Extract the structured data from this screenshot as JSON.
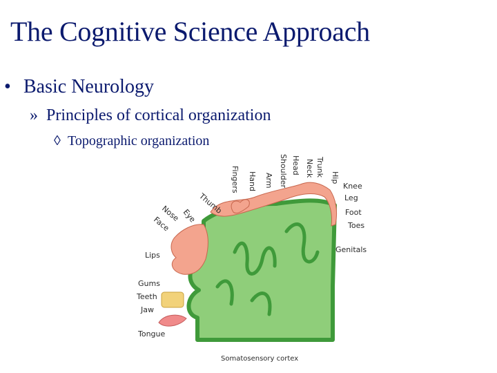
{
  "slide": {
    "title": "The Cognitive Science Approach",
    "bullet_marker": "•",
    "sub_marker": "»",
    "subsub_marker": "◊",
    "bullet": "Basic Neurology",
    "sub_bullet": "Principles of cortical organization",
    "subsub_bullet": "Topographic organization"
  },
  "diagram": {
    "caption": "Somatosensory cortex",
    "body_parts": {
      "hip": "Hip",
      "trunk": "Trunk",
      "neck": "Neck",
      "head": "Head",
      "shoulder": "Shoulder",
      "arm": "Arm",
      "hand": "Hand",
      "fingers": "Fingers",
      "thumb": "Thumb",
      "eye": "Eye",
      "nose": "Nose",
      "face": "Face",
      "lips": "Lips",
      "gums": "Gums",
      "teeth": "Teeth",
      "jaw": "Jaw",
      "tongue": "Tongue",
      "knee": "Knee",
      "leg": "Leg",
      "foot": "Foot",
      "toes": "Toes",
      "genitals": "Genitals"
    },
    "colors": {
      "cortex_fill": "#8fce7a",
      "cortex_outline": "#3f9a3a",
      "skin": "#f3a48e",
      "text": "#0b1a6e"
    }
  }
}
